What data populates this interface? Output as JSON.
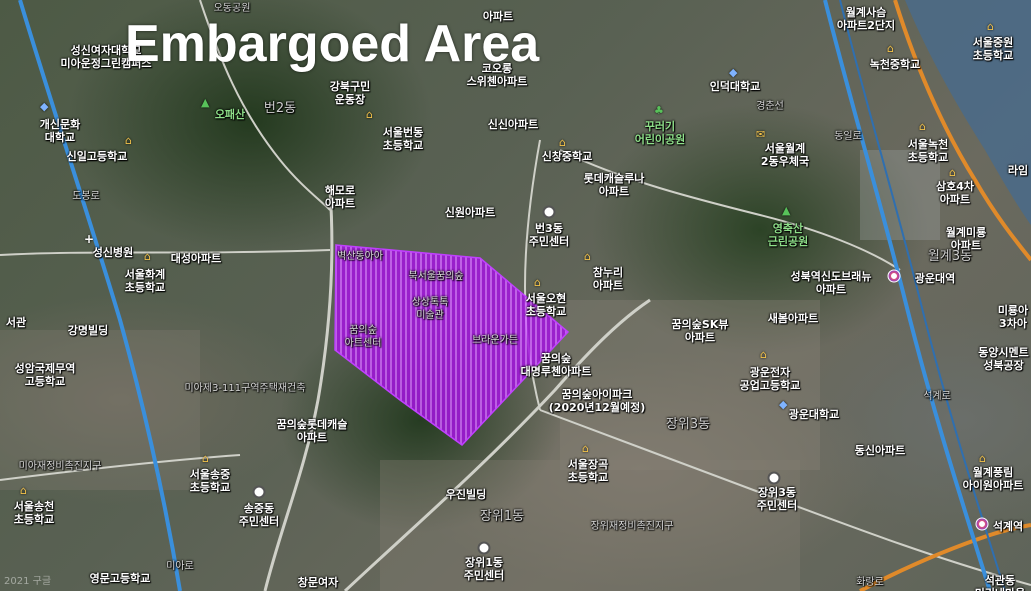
{
  "title": "Embargoed Area",
  "watermark": "2021 구글",
  "colors": {
    "embargo_fill": "#b020e8",
    "embargo_stripe": "#cc44ff",
    "road_arterial": "#e08a2a",
    "road_major": "#cfd0c8",
    "river": "#4a6b8a",
    "rail": "#3a8fdc"
  },
  "labels": [
    {
      "name": "label-ochon",
      "text": "오동공원",
      "kind": "faint"
    },
    {
      "name": "label-apt-top",
      "text": "아파트",
      "kind": "place"
    },
    {
      "name": "label-seongsin",
      "text": "성신여자대학교\n미아운정그린캠퍼스",
      "kind": "place"
    },
    {
      "name": "label-gangbuk-stadium",
      "text": "강북구민\n운동장",
      "kind": "place"
    },
    {
      "name": "label-sk-apt",
      "text": "코오롱\n스위첸아파트",
      "kind": "place"
    },
    {
      "name": "label-induk",
      "text": "인덕대학교",
      "kind": "place"
    },
    {
      "name": "label-wolgye-2",
      "text": "월계사슴\n아파트2단지",
      "kind": "place"
    },
    {
      "name": "label-seoul-jungwon",
      "text": "서울중원\n초등학교",
      "kind": "place"
    },
    {
      "name": "label-nokcheon-mid",
      "text": "녹천중학교",
      "kind": "place"
    },
    {
      "name": "label-gaesin-univ",
      "text": "개신문화\n대학교",
      "kind": "place"
    },
    {
      "name": "label-opaesan",
      "text": "오패산",
      "kind": "green"
    },
    {
      "name": "label-beon2dong",
      "text": "번2동",
      "kind": "district"
    },
    {
      "name": "label-sinsinapt",
      "text": "신신아파트",
      "kind": "place"
    },
    {
      "name": "label-kids-park",
      "text": "꾸러기\n어린이공원",
      "kind": "green"
    },
    {
      "name": "label-wolgye-post",
      "text": "서울월계\n2동우체국",
      "kind": "place"
    },
    {
      "name": "label-nokcheon-elem",
      "text": "서울녹천\n초등학교",
      "kind": "place"
    },
    {
      "name": "label-sinil-high",
      "text": "신일고등학교",
      "kind": "place"
    },
    {
      "name": "label-beondong-elem",
      "text": "서울번동\n초등학교",
      "kind": "place"
    },
    {
      "name": "label-sinchang-mid",
      "text": "신창중학교",
      "kind": "place"
    },
    {
      "name": "label-lotte-castle",
      "text": "롯데캐슬루나\n아파트",
      "kind": "place"
    },
    {
      "name": "label-samho4",
      "text": "삼호4차\n아파트",
      "kind": "place"
    },
    {
      "name": "label-haemoro",
      "text": "해모로\n아파트",
      "kind": "place"
    },
    {
      "name": "label-sinwon-apt",
      "text": "신원아파트",
      "kind": "place"
    },
    {
      "name": "label-beon3dong-center",
      "text": "번3동\n주민센터",
      "kind": "place"
    },
    {
      "name": "label-yeongchuksan",
      "text": "영축산\n근린공원",
      "kind": "green"
    },
    {
      "name": "label-wolgye-miryung",
      "text": "월계미룡\n아파트",
      "kind": "place"
    },
    {
      "name": "label-seongsin-hospital",
      "text": "성신병원",
      "kind": "place"
    },
    {
      "name": "label-daesung-apt",
      "text": "대성아파트",
      "kind": "place"
    },
    {
      "name": "label-wolgye3dong",
      "text": "월계3동",
      "kind": "district"
    },
    {
      "name": "label-seoul-hwagye",
      "text": "서울화계\n초등학교",
      "kind": "place"
    },
    {
      "name": "label-chamnuri",
      "text": "참누리\n아파트",
      "kind": "place"
    },
    {
      "name": "label-seongbuk-station-brand",
      "text": "성북역신도브래뉴\n아파트",
      "kind": "place"
    },
    {
      "name": "label-gwangun-station",
      "text": "광운대역",
      "kind": "place"
    },
    {
      "name": "label-seoul-oh-elem",
      "text": "서울오현\n초등학교",
      "kind": "place"
    },
    {
      "name": "label-sebong-apt",
      "text": "새봄아파트",
      "kind": "place"
    },
    {
      "name": "label-miryung3",
      "text": "미룡아\n3차아",
      "kind": "place"
    },
    {
      "name": "label-seo-gwan",
      "text": "서관",
      "kind": "place"
    },
    {
      "name": "label-gangmyeong",
      "text": "강명빌딩",
      "kind": "place"
    },
    {
      "name": "label-dreamsup-skview",
      "text": "꿈의숲SK뷰\n아파트",
      "kind": "place"
    },
    {
      "name": "label-dongyang-cement",
      "text": "동양시멘트\n성북공장",
      "kind": "place"
    },
    {
      "name": "label-seongam-high",
      "text": "성암국제무역\n고등학교",
      "kind": "place"
    },
    {
      "name": "label-dreamsup-lotte",
      "text": "꿈의숲\n대명루첸아파트",
      "kind": "place"
    },
    {
      "name": "label-gwangun-electronic",
      "text": "광운전자\n공업고등학교",
      "kind": "place"
    },
    {
      "name": "label-mia3-redevelop",
      "text": "미아제3-111구역주택재건축",
      "kind": "faint"
    },
    {
      "name": "label-dreamsup-ipark",
      "text": "꿈의숲아이파크\n(2020년12월예정)",
      "kind": "place"
    },
    {
      "name": "label-gwangun-univ",
      "text": "광운대학교",
      "kind": "place"
    },
    {
      "name": "label-dreamsup-lotte-castle",
      "text": "꿈의숲롯데캐슬\n아파트",
      "kind": "place"
    },
    {
      "name": "label-jangwi3dong",
      "text": "장위3동",
      "kind": "district"
    },
    {
      "name": "label-dongsin-apt",
      "text": "동신아파트",
      "kind": "place"
    },
    {
      "name": "label-mia-redevelop-zone",
      "text": "미아재정비촉진지구",
      "kind": "faint"
    },
    {
      "name": "label-seoul-songjung",
      "text": "서울송중\n초등학교",
      "kind": "place"
    },
    {
      "name": "label-seoul-janggok",
      "text": "서울장곡\n초등학교",
      "kind": "place"
    },
    {
      "name": "label-wolgye-pungrim",
      "text": "월계풍림\n아이원아파트",
      "kind": "place"
    },
    {
      "name": "label-seoul-songcheon",
      "text": "서울송천\n초등학교",
      "kind": "place"
    },
    {
      "name": "label-songjung-center",
      "text": "송중동\n주민센터",
      "kind": "place"
    },
    {
      "name": "label-woojin",
      "text": "우진빌딩",
      "kind": "place"
    },
    {
      "name": "label-jangwi3-center",
      "text": "장위3동\n주민센터",
      "kind": "place"
    },
    {
      "name": "label-seokgye-station",
      "text": "석계역",
      "kind": "place"
    },
    {
      "name": "label-jangwi1dong",
      "text": "장위1동",
      "kind": "district"
    },
    {
      "name": "label-jangwi-redevelop",
      "text": "장위재정비촉진지구",
      "kind": "faint"
    },
    {
      "name": "label-yeongmun-high",
      "text": "영문고등학교",
      "kind": "place"
    },
    {
      "name": "label-jangwi1-center",
      "text": "장위1동\n주민센터",
      "kind": "place"
    },
    {
      "name": "label-changmun-girls",
      "text": "창문여자",
      "kind": "place"
    },
    {
      "name": "label-seokgwan",
      "text": "석관동\n미리내마을",
      "kind": "place"
    },
    {
      "name": "label-embargo-1",
      "text": "벽산동아아",
      "kind": "faint"
    },
    {
      "name": "label-embargo-2",
      "text": "북서울꿈의숲",
      "kind": "faint"
    },
    {
      "name": "label-embargo-3",
      "text": "상상톡톡\n미술관",
      "kind": "faint"
    },
    {
      "name": "label-embargo-4",
      "text": "꿈의숲\n아트센터",
      "kind": "faint"
    },
    {
      "name": "label-embargo-5",
      "text": "브라운가든",
      "kind": "faint"
    },
    {
      "name": "label-road-dongil",
      "text": "동일로",
      "kind": "faint"
    },
    {
      "name": "label-road-miryung",
      "text": "미아로",
      "kind": "faint"
    },
    {
      "name": "label-road-seokgye",
      "text": "석계로",
      "kind": "faint"
    },
    {
      "name": "label-road-hwarang",
      "text": "화랑로",
      "kind": "faint"
    },
    {
      "name": "label-road-gyeongchun",
      "text": "경춘선",
      "kind": "faint"
    },
    {
      "name": "label-road-dobong",
      "text": "도봉로",
      "kind": "faint"
    },
    {
      "name": "label-laim",
      "text": "라임",
      "kind": "place"
    }
  ]
}
